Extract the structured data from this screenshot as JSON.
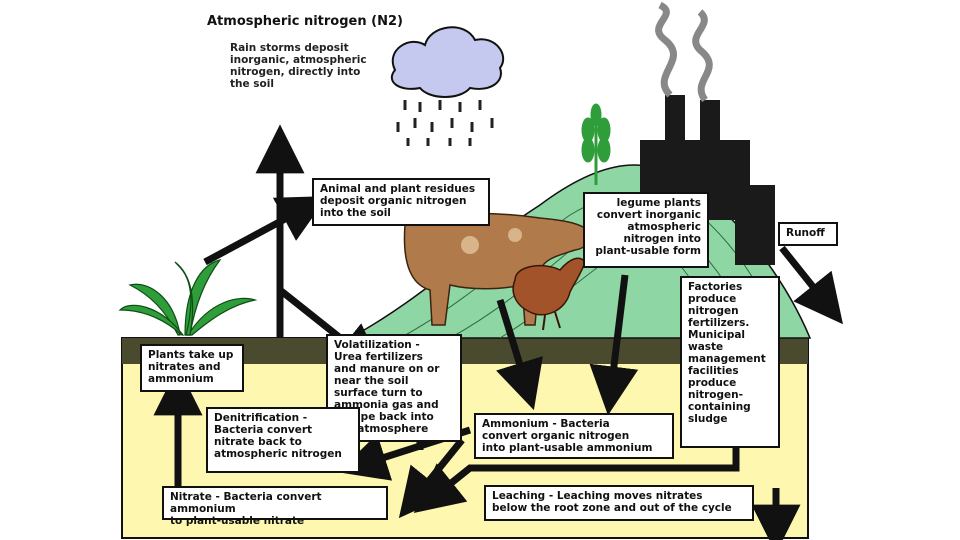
{
  "title": "Atmospheric nitrogen (N2)",
  "rain_note": "Rain storms deposit\ninorganic, atmospheric\nnitrogen, directly into\nthe soil",
  "boxes": {
    "residues": "Animal and plant residues\ndeposit organic nitrogen\ninto the soil",
    "legume": "legume plants\nconvert inorganic\natmospheric\nnitrogen into\nplant-usable form",
    "runoff": "Runoff",
    "factories": "Factories\nproduce\nnitrogen\nfertilizers.\nMunicipal\nwaste\nmanagement\nfacilities\nproduce\nnitrogen-\ncontaining\nsludge",
    "plants_uptake": "Plants take up\nnitrates and\nammonium",
    "volatilization": "Volatilization -\nUrea fertilizers\nand manure on or\nnear the soil\nsurface turn to\nammonia gas and\nescape back into\nthe atmosphere",
    "denitrification": "Denitrification -\nBacteria convert\nnitrate back to\natmospheric nitrogen",
    "ammonium": "Ammonium - Bacteria\nconvert organic nitrogen\ninto plant-usable ammonium",
    "nitrate": "Nitrate - Bacteria convert ammonium\nto plant-usable nitrate",
    "leaching": "Leaching - Leaching moves nitrates\nbelow the root zone and out of the cycle"
  },
  "colors": {
    "soil": "#fdf7b0",
    "soil_band": "#4a4a2e",
    "hill": "#8ed6a4",
    "cloud": "#c5c9f0",
    "cow": "#b07a4a",
    "hen": "#a3532a",
    "plant": "#2f9e3a",
    "factory": "#1a1a1a"
  },
  "icons": [
    "cloud-icon",
    "rain-icon",
    "wheat-icon",
    "factory-icon",
    "cow-icon",
    "hen-icon",
    "plant-icon"
  ]
}
